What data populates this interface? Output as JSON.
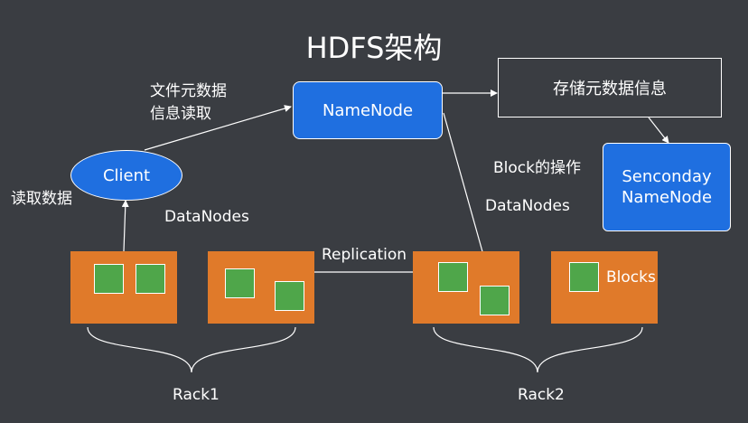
{
  "title": "HDFS架构",
  "client": {
    "label": "Client"
  },
  "namenode": {
    "label": "NameNode"
  },
  "metadata_box": {
    "label": "存储元数据信息"
  },
  "secondary_namenode": {
    "line1": "Senconday",
    "line2": "NameNode"
  },
  "labels": {
    "read_metadata_line1": "文件元数据",
    "read_metadata_line2": "信息读取",
    "read_data": "读取数据",
    "datanodes_left": "DataNodes",
    "datanodes_right": "DataNodes",
    "block_ops": "Block的操作",
    "replication": "Replication",
    "blocks": "Blocks",
    "rack1": "Rack1",
    "rack2": "Rack2"
  },
  "colors": {
    "background": "#3a3d42",
    "node_blue": "#1f6fe0",
    "datanode_orange": "#e07a2a",
    "block_green": "#4fa64a"
  }
}
